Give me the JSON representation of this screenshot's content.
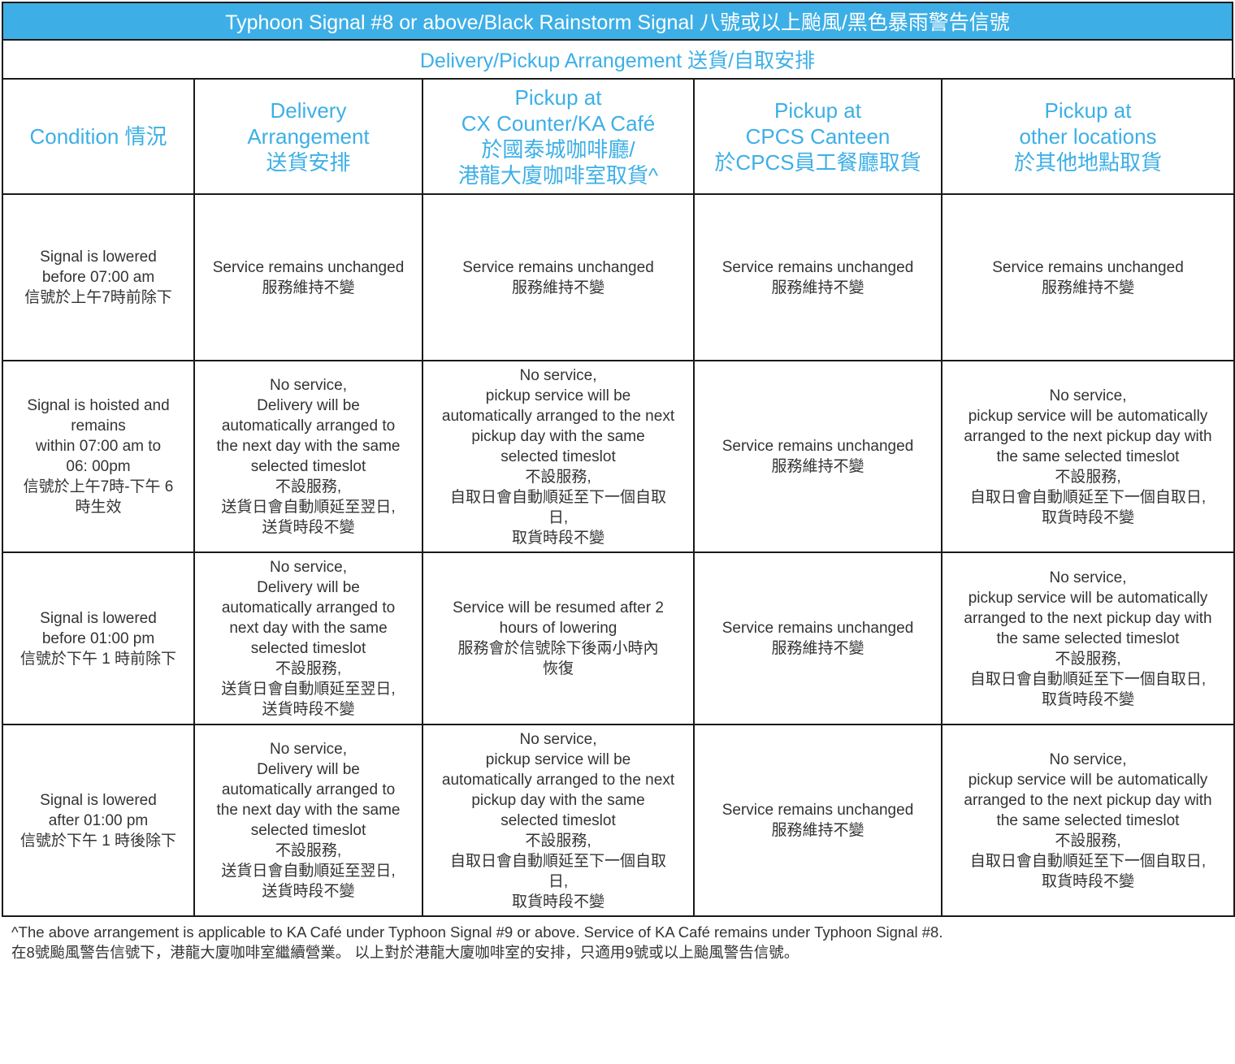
{
  "title": "Typhoon Signal #8 or above/Black Rainstorm Signal 八號或以上颱風/黑色暴雨警告信號",
  "subtitle": "Delivery/Pickup Arrangement 送貨/自取安排",
  "headers": [
    [
      "Condition 情況"
    ],
    [
      "Delivery",
      "Arrangement",
      "送貨安排"
    ],
    [
      "Pickup at",
      "CX Counter/KA Café",
      "於國泰城咖啡廳/",
      "港龍大廈咖啡室取貨^"
    ],
    [
      "Pickup at",
      "CPCS Canteen",
      "於CPCS員工餐廳取貨"
    ],
    [
      "Pickup at",
      "other locations",
      "於其他地點取貨"
    ]
  ],
  "rows": [
    [
      [
        "Signal is lowered",
        "before 07:00 am",
        "信號於上午7時前除下"
      ],
      [
        "Service remains unchanged",
        "服務維持不變"
      ],
      [
        "Service remains unchanged",
        "服務維持不變"
      ],
      [
        "Service remains unchanged",
        "服務維持不變"
      ],
      [
        "Service remains unchanged",
        "服務維持不變"
      ]
    ],
    [
      [
        "Signal is hoisted and",
        "remains",
        "within 07:00 am to",
        "06: 00pm",
        "信號於上午7時-下午 6",
        "時生效"
      ],
      [
        "No service,",
        "Delivery will be",
        "automatically arranged to",
        "the next day with the same",
        "selected timeslot",
        "不設服務,",
        "送貨日會自動順延至翌日,",
        "送貨時段不變"
      ],
      [
        "No service,",
        "pickup service will be",
        "automatically arranged to the next",
        "pickup day with the same",
        "selected timeslot",
        "不設服務,",
        "自取日會自動順延至下一個自取",
        "日,",
        "取貨時段不變"
      ],
      [
        "Service remains unchanged",
        "服務維持不變"
      ],
      [
        "No service,",
        "pickup service will be automatically",
        "arranged to the next pickup day with",
        "the same selected timeslot",
        "不設服務,",
        "自取日會自動順延至下一個自取日,",
        "取貨時段不變"
      ]
    ],
    [
      [
        "Signal is lowered",
        "before 01:00 pm",
        "信號於下午 1 時前除下"
      ],
      [
        "No service,",
        "Delivery will be",
        "automatically arranged to",
        "next day with the same",
        "selected timeslot",
        "不設服務,",
        "送貨日會自動順延至翌日,",
        "送貨時段不變"
      ],
      [
        "Service will be resumed after 2",
        "hours of lowering",
        "服務會於信號除下後兩小時內",
        "恢復"
      ],
      [
        "Service remains unchanged",
        "服務維持不變"
      ],
      [
        "No service,",
        "pickup service will be automatically",
        "arranged to the next pickup day with",
        "the same selected timeslot",
        "不設服務,",
        "自取日會自動順延至下一個自取日,",
        "取貨時段不變"
      ]
    ],
    [
      [
        "Signal is lowered",
        "after 01:00 pm",
        "信號於下午 1 時後除下"
      ],
      [
        "No service,",
        "Delivery will be",
        "automatically arranged to",
        "the next day with the same",
        "selected timeslot",
        "不設服務,",
        "送貨日會自動順延至翌日,",
        "送貨時段不變"
      ],
      [
        "No service,",
        "pickup service will be",
        "automatically arranged to the next",
        "pickup day with the same",
        "selected timeslot",
        "不設服務,",
        "自取日會自動順延至下一個自取",
        "日,",
        "取貨時段不變"
      ],
      [
        "Service remains unchanged",
        "服務維持不變"
      ],
      [
        "No service,",
        "pickup service will be automatically",
        "arranged to the next pickup day with",
        "the same selected timeslot",
        "不設服務,",
        "自取日會自動順延至下一個自取日,",
        "取貨時段不變"
      ]
    ]
  ],
  "footnote": {
    "en": "^The above arrangement is applicable to KA Café under Typhoon Signal #9 or above. Service of KA Café remains under Typhoon Signal #8.",
    "zh": "在8號颱風警告信號下，港龍大廈咖啡室繼續營業。 以上對於港龍大廈咖啡室的安排，只適用9號或以上颱風警告信號。"
  },
  "colors": {
    "accent": "#3dafe6",
    "border": "#1a1a1a",
    "text": "#333333"
  }
}
